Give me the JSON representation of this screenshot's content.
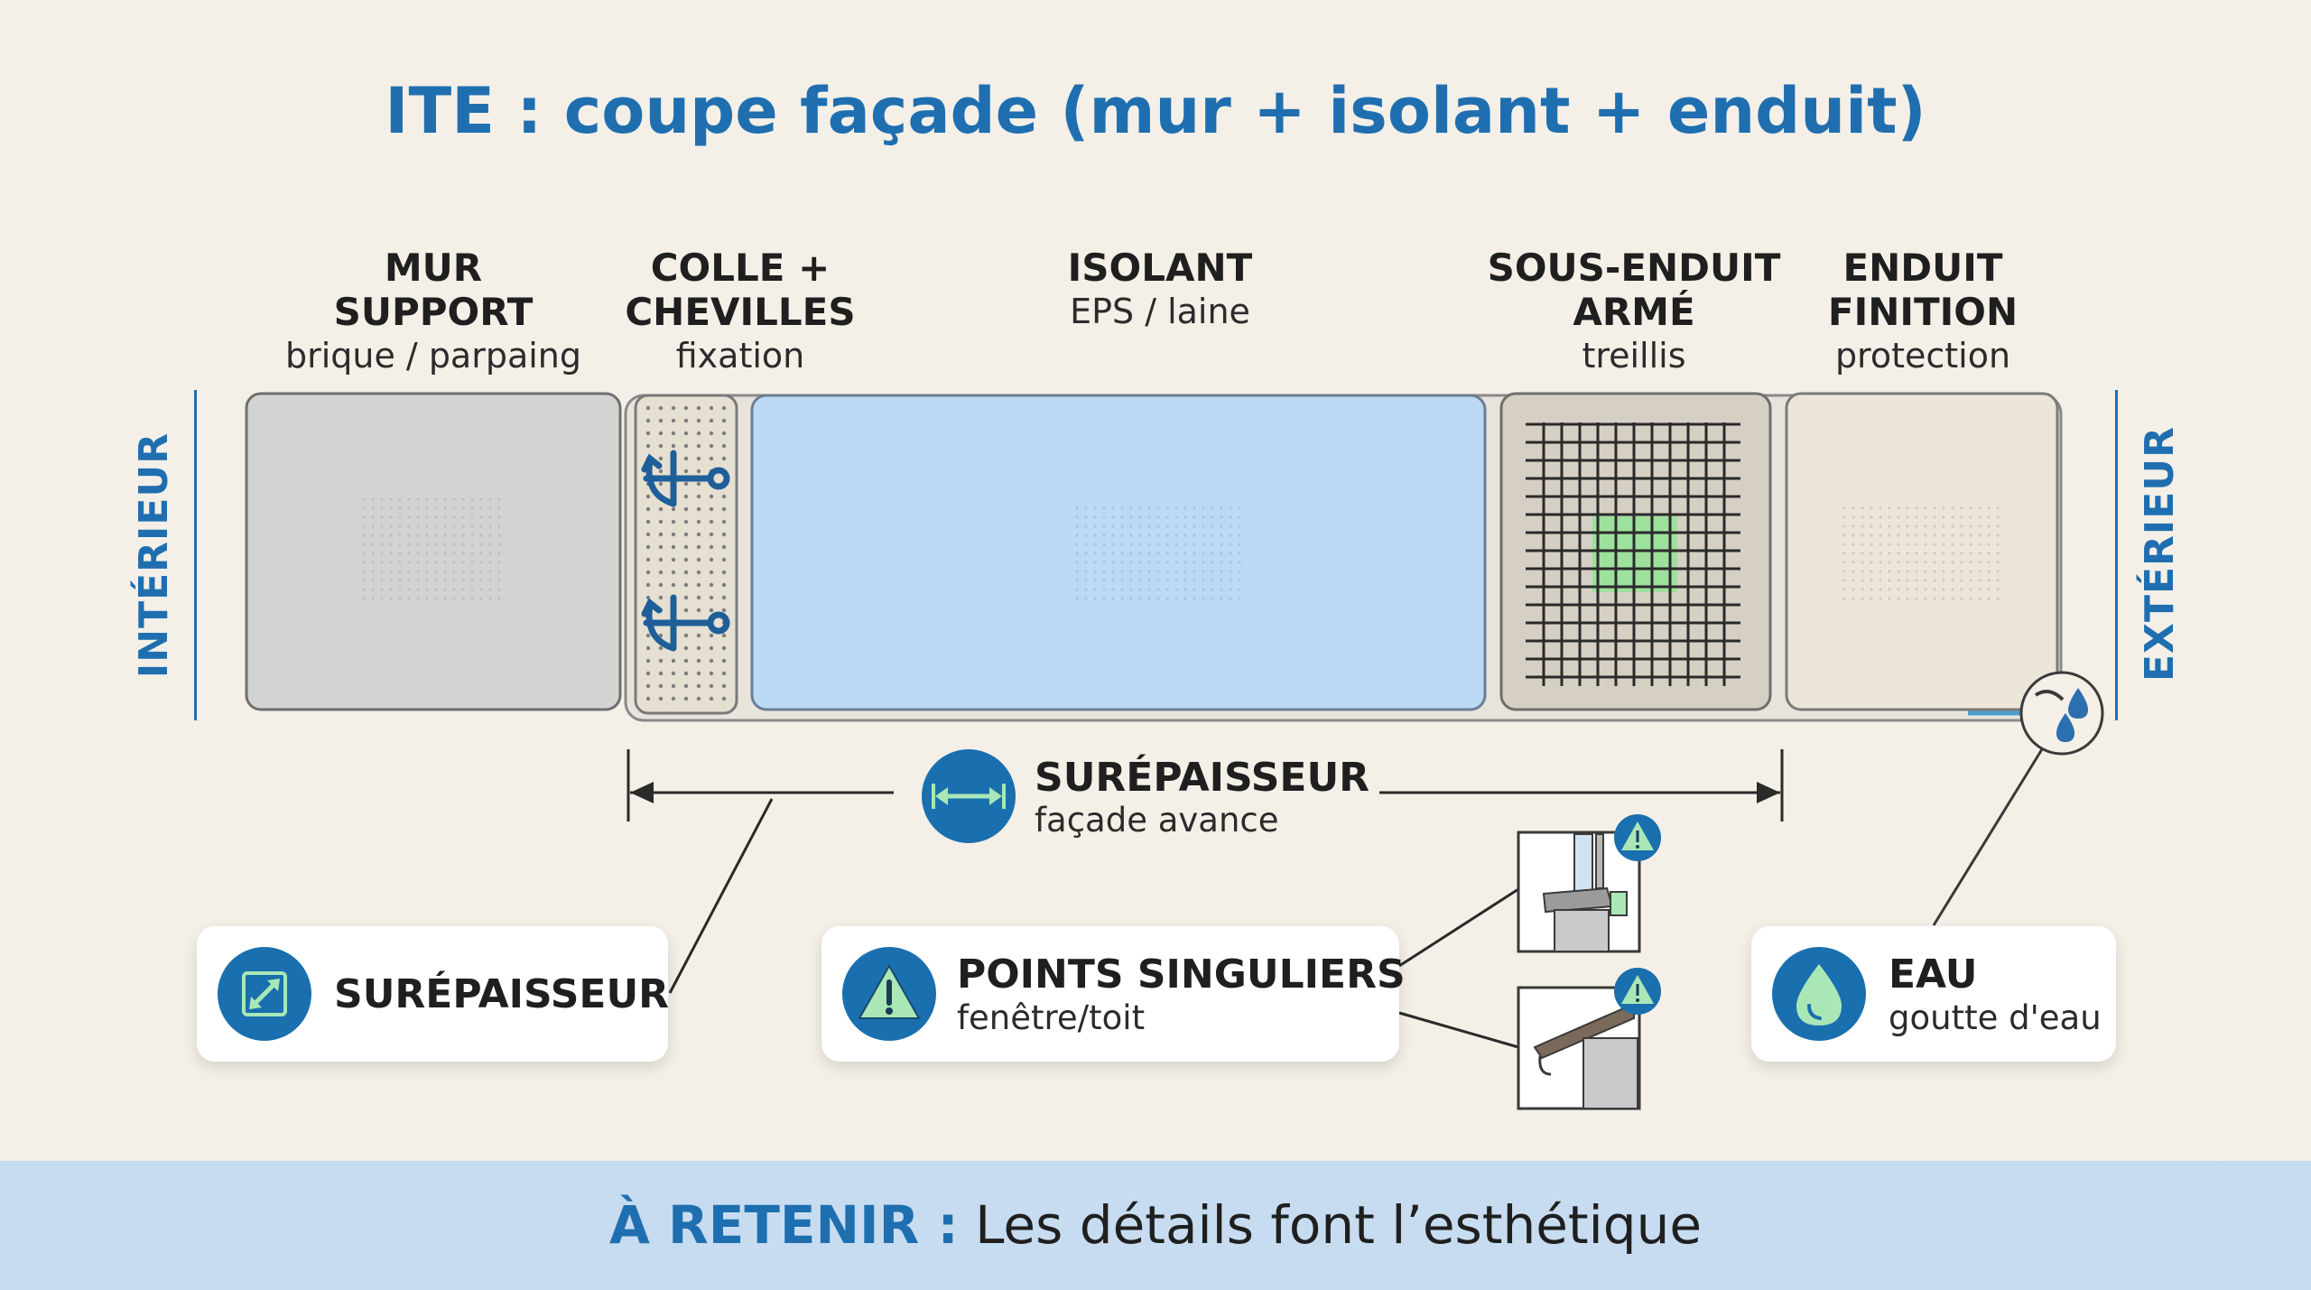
{
  "title": "ITE : coupe façade (mur + isolant + enduit)",
  "side_labels": {
    "interior": "INTÉRIEUR",
    "exterior": "EXTÉRIEUR"
  },
  "layers": [
    {
      "title_line1": "MUR",
      "title_line2": "SUPPORT",
      "subtitle": "brique / parpaing"
    },
    {
      "title_line1": "COLLE +",
      "title_line2": "CHEVILLES",
      "subtitle": "fixation"
    },
    {
      "title_line1": "ISOLANT",
      "subtitle": "EPS / laine"
    },
    {
      "title_line1": "SOUS-ENDUIT",
      "title_line2": "ARMÉ",
      "subtitle": "treillis"
    },
    {
      "title_line1": "ENDUIT",
      "title_line2": "FINITION",
      "subtitle": "protection"
    }
  ],
  "dimension": {
    "title": "SURÉPAISSEUR",
    "subtitle": "façade avance"
  },
  "cards": {
    "overthickness": {
      "title": "SURÉPAISSEUR"
    },
    "singular_points": {
      "title": "POINTS SINGULIERS",
      "subtitle": "fenêtre/toit"
    },
    "water": {
      "title": "EAU",
      "subtitle": "goutte d'eau"
    }
  },
  "banner": {
    "key": "À RETENIR :",
    "text": " Les détails font l’esthétique"
  },
  "colors": {
    "accent_blue": "#1f6fb0",
    "wall_grey": "#d3d3d1",
    "insulation_blue": "#bcdaf6",
    "mesh_green": "#9ee09e",
    "warning_green": "#a9e7b6",
    "banner_blue": "#c7dcf0"
  },
  "icons": [
    "anchor-icon",
    "dimension-arrows-icon",
    "resize-arrows-icon",
    "warning-icon",
    "water-drop-icon"
  ]
}
